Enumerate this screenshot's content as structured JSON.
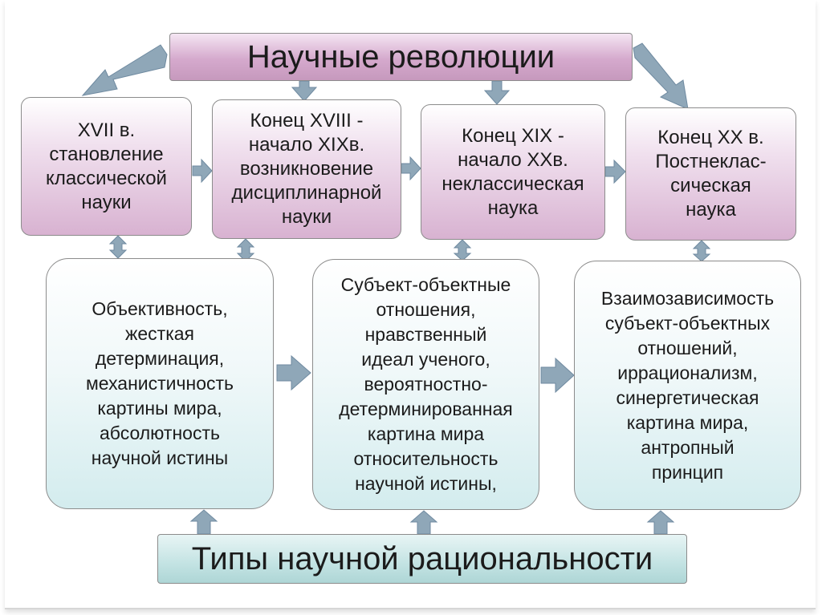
{
  "title": "Научные революции",
  "eras": [
    {
      "label": "XVII в.\nстановление\nклассической\nнауки"
    },
    {
      "label": "Конец XVIII -\nначало XIXв.\nвозникновение\nдисциплинарной\nнауки"
    },
    {
      "label": "Конец XIX -\nначало XXв.\nнеклассическая\nнаука"
    },
    {
      "label": "Конец XX в.\nПостнеклас-\nсическая\nнаука"
    }
  ],
  "rationality_types": [
    {
      "label": "Объективность,\nжесткая\nдетерминация,\nмеханистичность\nкартины мира,\nабсолютность\nнаучной истины"
    },
    {
      "label": "Субъект-объектные\nотношения,\nнравственный\nидеал ученого,\nвероятностно-\nдетерминированная\nкартина мира\nотносительность\nнаучной истины,"
    },
    {
      "label": "Взаимозависимость\nсубъект-объектных\nотношений,\nиррационализм,\nсинергетическая\nкартина мира,\nантропный\nпринцип"
    }
  ],
  "footer": "Типы научной рациональности",
  "colors": {
    "era_fill": "#d8b2d1",
    "title_fill": "#c699bd",
    "type_fill": "#d3ecee",
    "footer_fill": "#aed6d6",
    "arrow": "#8fa7b8"
  }
}
